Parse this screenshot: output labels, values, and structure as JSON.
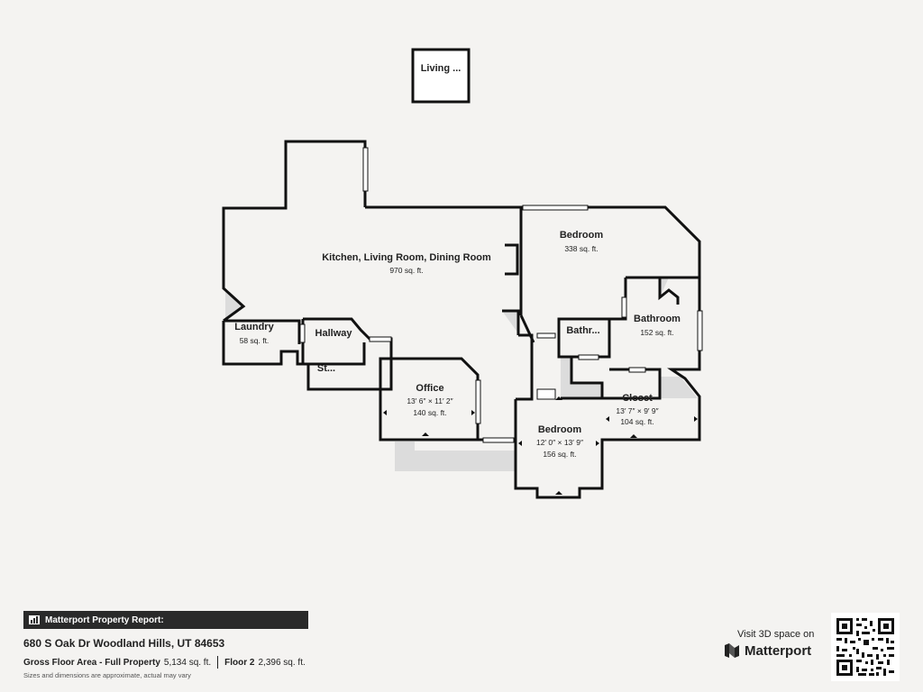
{
  "rooms": [
    {
      "id": "living-small",
      "name": "Living ...",
      "area": ""
    },
    {
      "id": "kitchen-living-dining",
      "name": "Kitchen, Living Room, Dining Room",
      "area": "970 sq. ft."
    },
    {
      "id": "bedroom-main",
      "name": "Bedroom",
      "area": "338 sq. ft."
    },
    {
      "id": "bathroom-main",
      "name": "Bathroom",
      "area": "152 sq. ft."
    },
    {
      "id": "bathroom-small",
      "name": "Bathr...",
      "area": ""
    },
    {
      "id": "laundry",
      "name": "Laundry",
      "area": "58 sq. ft."
    },
    {
      "id": "hallway",
      "name": "Hallway",
      "area": ""
    },
    {
      "id": "storage",
      "name": "St...",
      "area": ""
    },
    {
      "id": "office",
      "name": "Office",
      "dims": "13′ 6″ × 11′ 2″",
      "area": "140 sq. ft."
    },
    {
      "id": "closet",
      "name": "Closet",
      "dims": "13′ 7″ × 9′ 9″",
      "area": "104 sq. ft."
    },
    {
      "id": "bedroom-2",
      "name": "Bedroom",
      "dims": "12′ 0″ × 13′ 9″",
      "area": "156 sq. ft."
    }
  ],
  "report": {
    "title": "Matterport Property Report:",
    "address": "680 S Oak Dr Woodland Hills, UT 84653",
    "gross_label": "Gross Floor Area - Full Property",
    "gross_value": "5,134 sq. ft.",
    "floor_label": "Floor 2",
    "floor_value": "2,396 sq. ft.",
    "disclaimer": "Sizes and dimensions are approximate, actual may vary"
  },
  "brand": {
    "visit_text": "Visit 3D space on",
    "name": "Matterport"
  },
  "icons": [
    "bar-chart-icon",
    "matterport-logo-icon",
    "qr-code-icon"
  ]
}
